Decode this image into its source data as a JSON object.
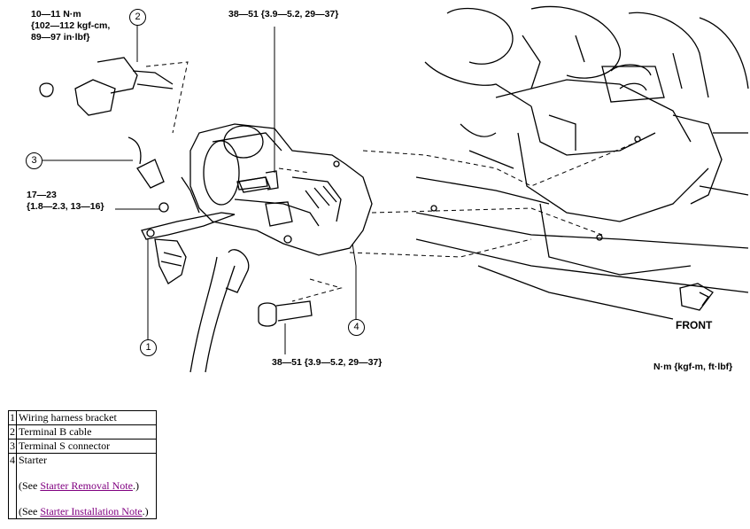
{
  "torque_labels": {
    "cable_nut": [
      "10—11 N·m",
      "{102—112 kgf-cm,",
      "89—97 in·lbf}"
    ],
    "top_bolt": "38—51 {3.9—5.2, 29—37}",
    "bracket_nut": [
      "17—23",
      "{1.8—2.3, 13—16}"
    ],
    "bottom_bolt": "38—51 {3.9—5.2, 29—37}",
    "units": "N·m {kgf-m, ft·lbf}"
  },
  "callouts": [
    "1",
    "2",
    "3",
    "4"
  ],
  "front_label": "FRONT",
  "legend": [
    {
      "num": "1",
      "text": "Wiring harness bracket"
    },
    {
      "num": "2",
      "text": "Terminal B cable"
    },
    {
      "num": "3",
      "text": "Terminal S connector"
    },
    {
      "num": "4",
      "text": "Starter",
      "see_prefix": "(See ",
      "removal_link": "Starter Removal Note",
      "installation_link": "Starter Installation Note",
      "see_suffix": ".)"
    }
  ]
}
